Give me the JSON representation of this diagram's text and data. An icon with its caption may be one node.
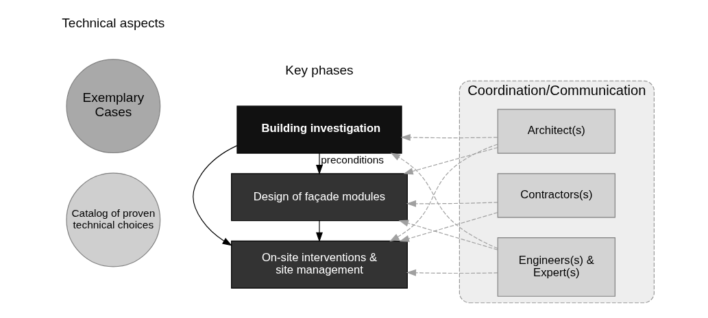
{
  "diagram": {
    "nodes": [
      {
        "text": [
          "Exemplary Cases"
        ]
      },
      {
        "text": [
          "Catalog of proven technical choices"
        ]
      },
      {
        "text": [
          "Building investigation"
        ]
      },
      {
        "text": [
          "Design of façade modules"
        ]
      },
      {
        "text": [
          "On-site interventions & site management"
        ]
      },
      {
        "text": [
          "Coordination/Communication"
        ]
      },
      {
        "text": [
          "Architect(s)"
        ],
        "in": 5
      },
      {
        "text": [
          "Contractors(s)"
        ],
        "in": 5
      },
      {
        "text": [
          "Engineers(s) & Expert(s)"
        ],
        "in": 5
      }
    ],
    "edges": [
      {
        "from": 2,
        "to": 3,
        "arrow": "to",
        "label": "preconditions",
        "color": "#000000"
      },
      {
        "from": 2,
        "to": 4,
        "arrow": "to",
        "color": "#000000"
      },
      {
        "from": 3,
        "to": 4,
        "arrow": "to",
        "color": "#000000"
      },
      {
        "from": 6,
        "to": 2,
        "arrow": "to",
        "style": "dashed",
        "color": "#a0a0a0"
      },
      {
        "from": 6,
        "to": 3,
        "arrow": "to",
        "style": "dashed",
        "color": "#a0a0a0"
      },
      {
        "from": 6,
        "to": 4,
        "arrow": "to",
        "style": "dashed",
        "color": "#a0a0a0"
      },
      {
        "from": 7,
        "to": 3,
        "arrow": "to",
        "style": "dashed",
        "color": "#a0a0a0"
      },
      {
        "from": 7,
        "to": 4,
        "arrow": "to",
        "style": "dashed",
        "color": "#a0a0a0"
      },
      {
        "from": 8,
        "to": 2,
        "arrow": "to",
        "style": "dashed",
        "color": "#a0a0a0"
      },
      {
        "from": 8,
        "to": 3,
        "arrow": "to",
        "style": "dashed",
        "color": "#a0a0a0"
      },
      {
        "from": 8,
        "to": 4,
        "arrow": "to",
        "style": "dashed",
        "color": "#a0a0a0"
      }
    ],
    "labels": [
      "Technical aspects",
      "Key phases"
    ]
  }
}
